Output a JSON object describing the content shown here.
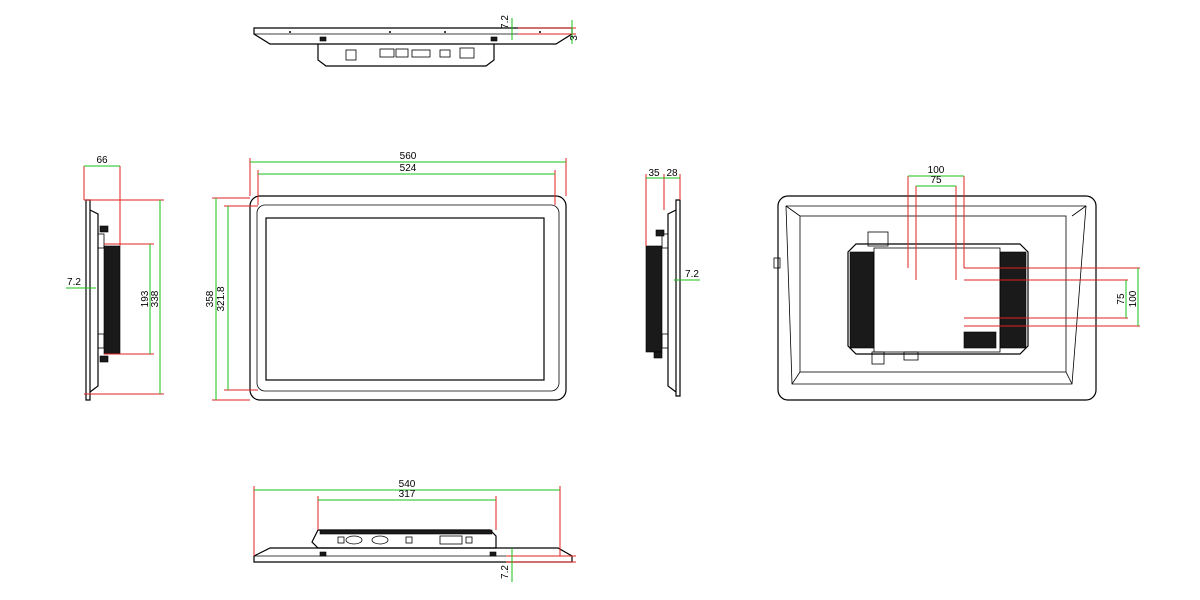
{
  "drawing": {
    "views": {
      "top": {
        "dims": {
          "bezel_thickness": "7.2",
          "step": "3"
        }
      },
      "front": {
        "dims": {
          "overall_width": "560",
          "active_width": "524",
          "overall_height": "358",
          "active_height": "321.8"
        }
      },
      "left": {
        "dims": {
          "depth": "66",
          "bezel": "7.2",
          "box_height": "193",
          "overall_height": "338"
        }
      },
      "right": {
        "dims": {
          "box_depth": "35",
          "rear_depth": "28",
          "bezel": "7.2"
        }
      },
      "rear": {
        "dims": {
          "vesa_outer_h": "100",
          "vesa_inner_h": "75",
          "vesa_inner_v": "75",
          "vesa_outer_v": "100"
        }
      },
      "bottom": {
        "dims": {
          "overall_width": "540",
          "box_width": "317",
          "bezel_thickness": "7.2"
        }
      }
    }
  }
}
